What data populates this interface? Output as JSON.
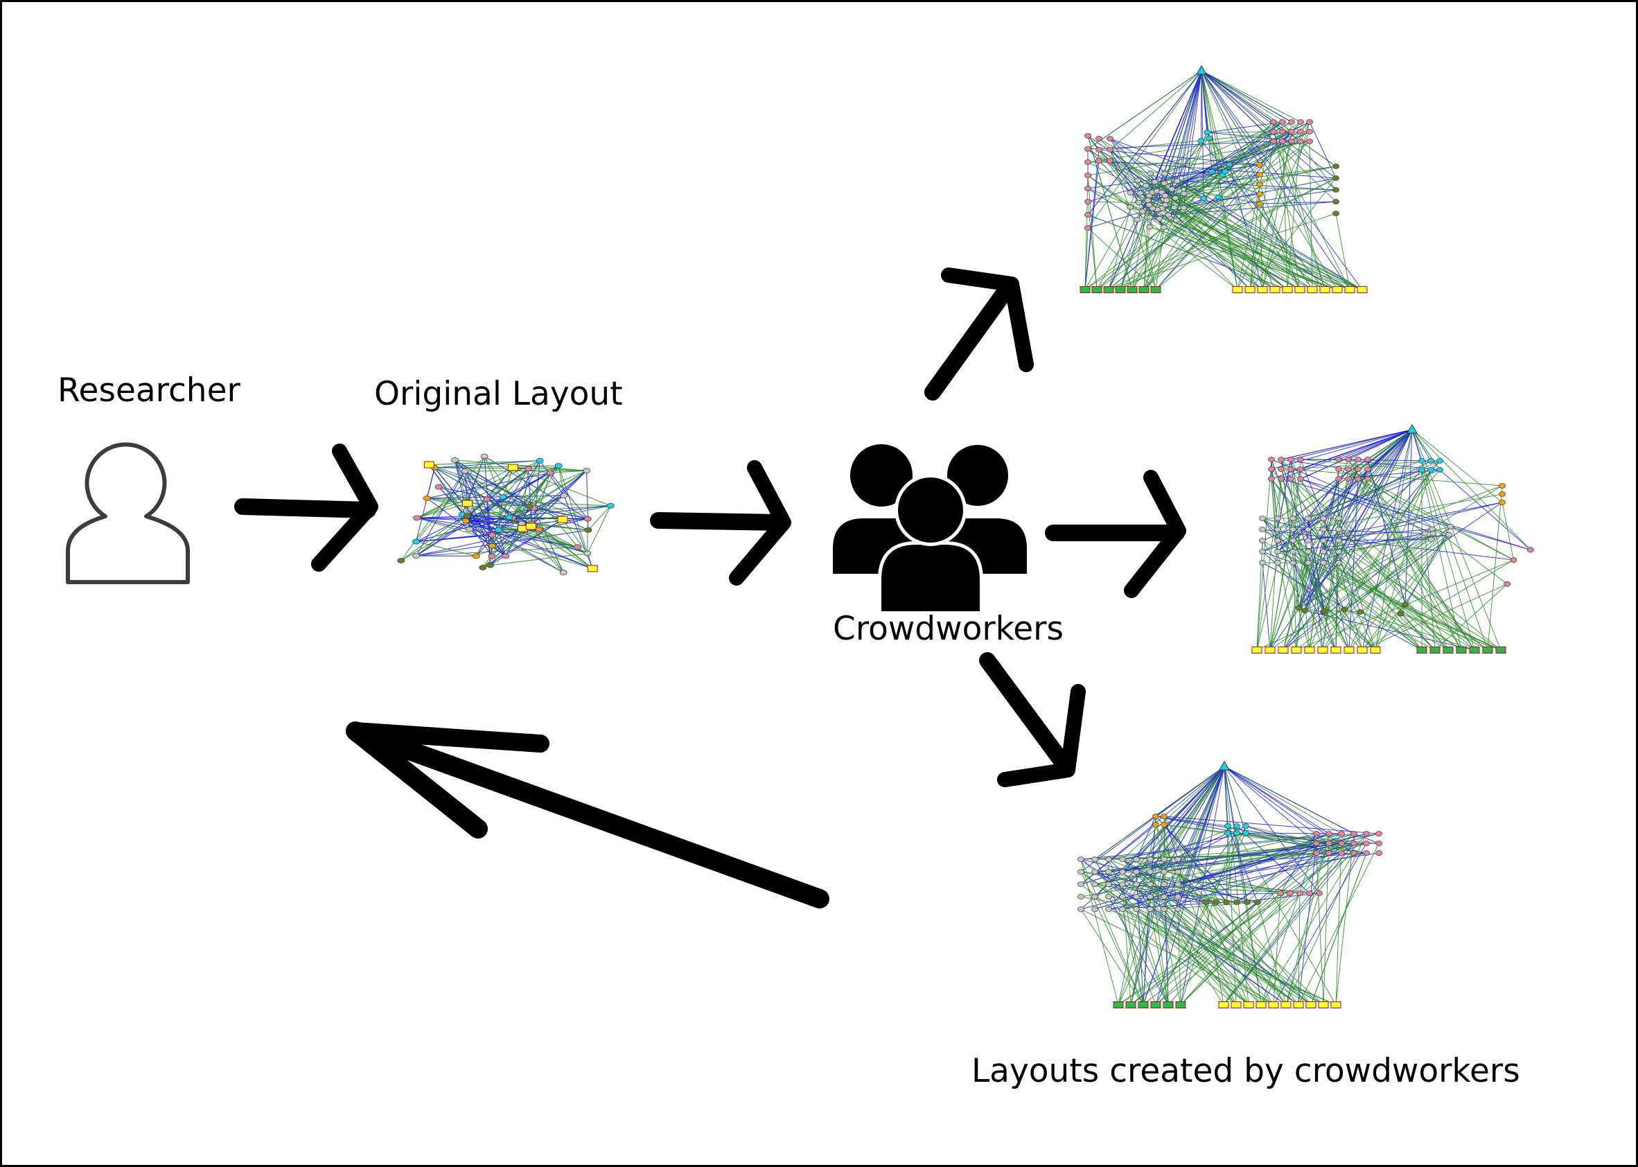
{
  "labels": {
    "researcher": "Researcher",
    "original_layout": "Original Layout",
    "crowdworkers": "Crowdworkers",
    "crowd_layouts": "Layouts created by crowdworkers"
  },
  "icons": {
    "researcher": "user-outline-icon",
    "crowdworkers": "users-icon",
    "arrows": "arrow-icon"
  },
  "colors": {
    "ink": "#000000",
    "outline": "#3c3c3c",
    "edge_green": "#2b8a2b",
    "edge_blue": "#1f1fe6",
    "node_pink": "#e8849e",
    "node_cyan": "#19d3e6",
    "node_gray": "#c8c8c8",
    "node_orange": "#f5a300",
    "node_olive": "#6b7f1e",
    "box_yellow": "#ffff33",
    "box_green": "#2fb84a"
  }
}
